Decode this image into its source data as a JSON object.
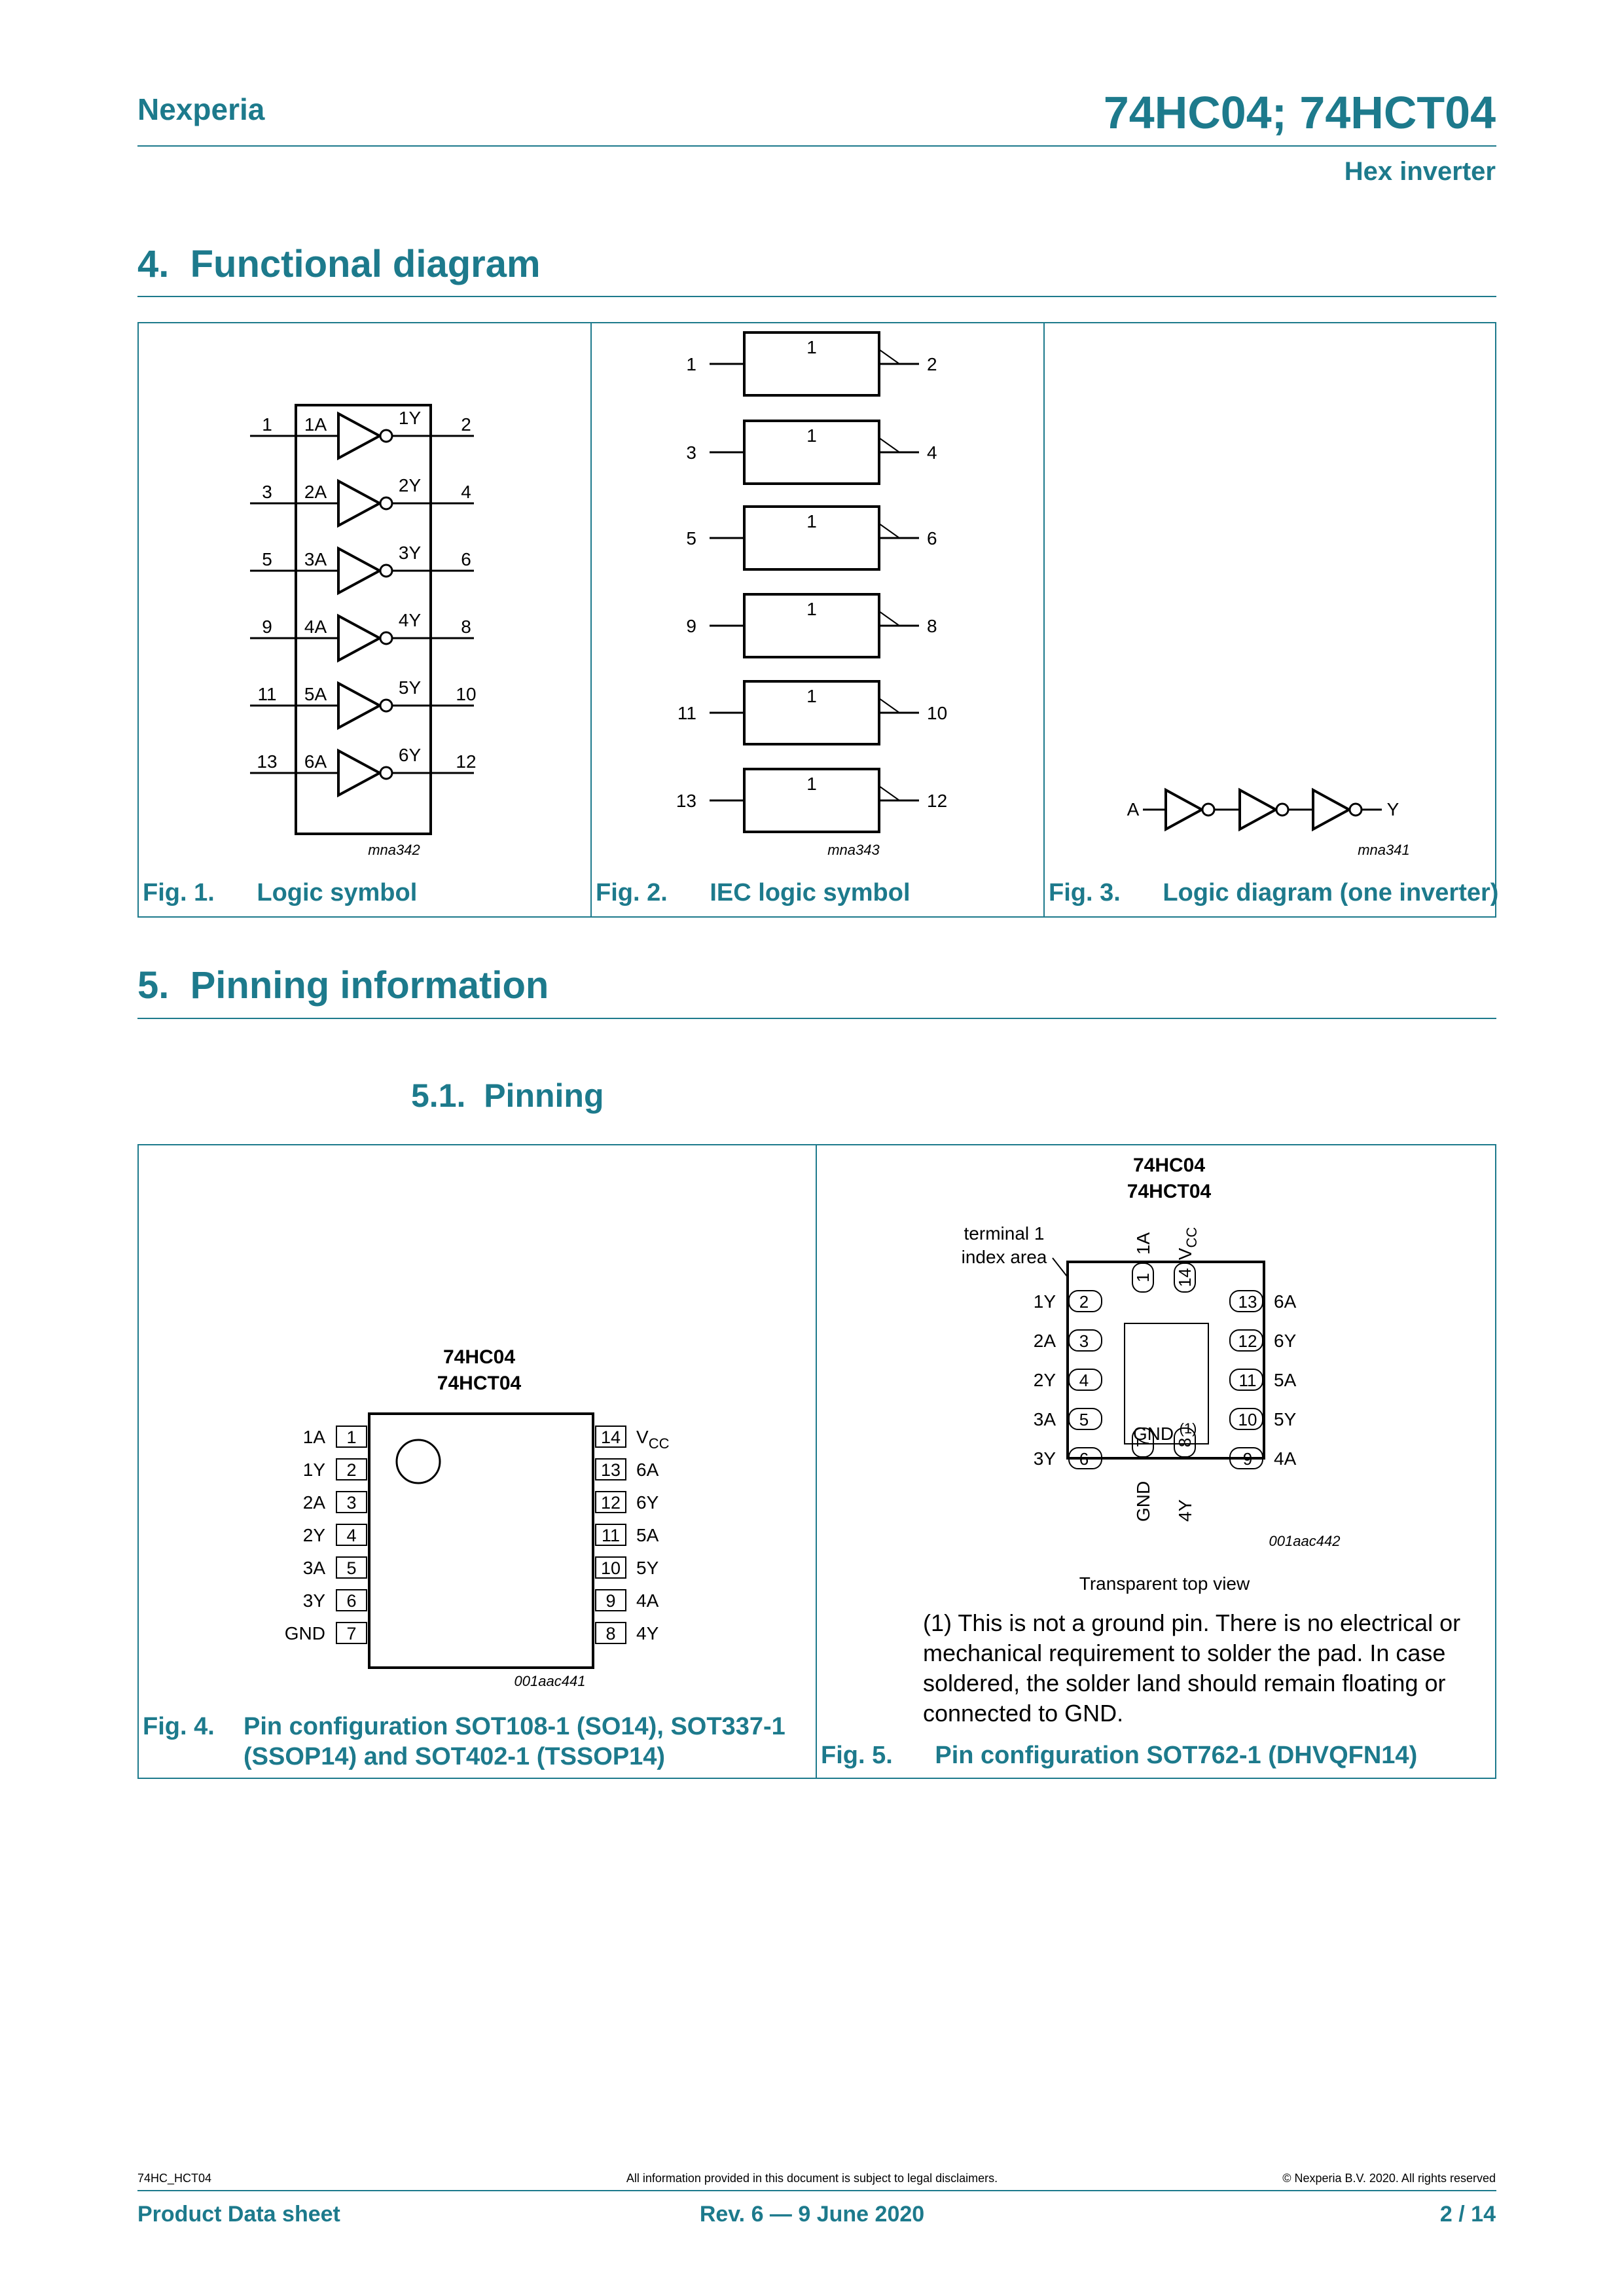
{
  "header": {
    "brand": "Nexperia",
    "title": "74HC04; 74HCT04",
    "subtitle": "Hex inverter"
  },
  "section4": {
    "number": "4.",
    "title": "Functional diagram"
  },
  "fig1": {
    "caption_num": "Fig. 1.",
    "caption": "Logic symbol",
    "code": "mna342",
    "rows": [
      {
        "pin_in": "1",
        "in": "1A",
        "out": "1Y",
        "pin_out": "2"
      },
      {
        "pin_in": "3",
        "in": "2A",
        "out": "2Y",
        "pin_out": "4"
      },
      {
        "pin_in": "5",
        "in": "3A",
        "out": "3Y",
        "pin_out": "6"
      },
      {
        "pin_in": "9",
        "in": "4A",
        "out": "4Y",
        "pin_out": "8"
      },
      {
        "pin_in": "11",
        "in": "5A",
        "out": "5Y",
        "pin_out": "10"
      },
      {
        "pin_in": "13",
        "in": "6A",
        "out": "6Y",
        "pin_out": "12"
      }
    ]
  },
  "fig2": {
    "caption_num": "Fig. 2.",
    "caption": "IEC logic symbol",
    "code": "mna343",
    "box_label": "1",
    "rows": [
      {
        "pin_in": "1",
        "pin_out": "2"
      },
      {
        "pin_in": "3",
        "pin_out": "4"
      },
      {
        "pin_in": "5",
        "pin_out": "6"
      },
      {
        "pin_in": "9",
        "pin_out": "8"
      },
      {
        "pin_in": "11",
        "pin_out": "10"
      },
      {
        "pin_in": "13",
        "pin_out": "12"
      }
    ]
  },
  "fig3": {
    "caption_num": "Fig. 3.",
    "caption": "Logic diagram (one inverter)",
    "code": "mna341",
    "input": "A",
    "output": "Y"
  },
  "section5": {
    "number": "5.",
    "title": "Pinning information"
  },
  "section51": {
    "number": "5.1.",
    "title": "Pinning"
  },
  "fig4": {
    "caption_num": "Fig. 4.",
    "caption_line1": "Pin configuration SOT108-1 (SO14), SOT337-1",
    "caption_line2": "(SSOP14) and SOT402-1 (TSSOP14)",
    "code": "001aac441",
    "part1": "74HC04",
    "part2": "74HCT04",
    "left_pins": [
      {
        "name": "1A",
        "num": "1"
      },
      {
        "name": "1Y",
        "num": "2"
      },
      {
        "name": "2A",
        "num": "3"
      },
      {
        "name": "2Y",
        "num": "4"
      },
      {
        "name": "3A",
        "num": "5"
      },
      {
        "name": "3Y",
        "num": "6"
      },
      {
        "name": "GND",
        "num": "7"
      }
    ],
    "right_pins": [
      {
        "num": "14",
        "name": "V",
        "sub": "CC"
      },
      {
        "num": "13",
        "name": "6A",
        "sub": ""
      },
      {
        "num": "12",
        "name": "6Y",
        "sub": ""
      },
      {
        "num": "11",
        "name": "5A",
        "sub": ""
      },
      {
        "num": "10",
        "name": "5Y",
        "sub": ""
      },
      {
        "num": "9",
        "name": "4A",
        "sub": ""
      },
      {
        "num": "8",
        "name": "4Y",
        "sub": ""
      }
    ]
  },
  "fig5": {
    "caption_num": "Fig. 5.",
    "caption": "Pin configuration SOT762-1 (DHVQFN14)",
    "code": "001aac442",
    "part1": "74HC04",
    "part2": "74HCT04",
    "terminal_line1": "terminal 1",
    "terminal_line2": "index area",
    "top_pins": [
      {
        "num": "1",
        "name": "1A",
        "sub": ""
      },
      {
        "num": "14",
        "name": "V",
        "sub": "CC"
      }
    ],
    "left_pins": [
      {
        "name": "1Y",
        "num": "2"
      },
      {
        "name": "2A",
        "num": "3"
      },
      {
        "name": "2Y",
        "num": "4"
      },
      {
        "name": "3A",
        "num": "5"
      },
      {
        "name": "3Y",
        "num": "6"
      }
    ],
    "right_pins": [
      {
        "num": "13",
        "name": "6A"
      },
      {
        "num": "12",
        "name": "6Y"
      },
      {
        "num": "11",
        "name": "5A"
      },
      {
        "num": "10",
        "name": "5Y"
      },
      {
        "num": "9",
        "name": "4A"
      }
    ],
    "bottom_pins": [
      {
        "num": "7",
        "name": "GND"
      },
      {
        "num": "8",
        "name": "4Y"
      }
    ],
    "pad_label": "GND",
    "pad_note_ref": "(1)",
    "view_label": "Transparent top view",
    "note": "(1) This is not a ground pin. There is no electrical or mechanical requirement to solder the pad. In case soldered, the solder land should remain floating or connected to GND."
  },
  "footer": {
    "doc_id": "74HC_HCT04",
    "disclaimer": "All information provided in this document is subject to legal disclaimers.",
    "copyright": "© Nexperia B.V. 2020. All rights reserved",
    "doc_type": "Product Data sheet",
    "revision": "Rev. 6 — 9 June 2020",
    "page": "2 / 14"
  },
  "colors": {
    "accent": "#1d7a8c"
  }
}
